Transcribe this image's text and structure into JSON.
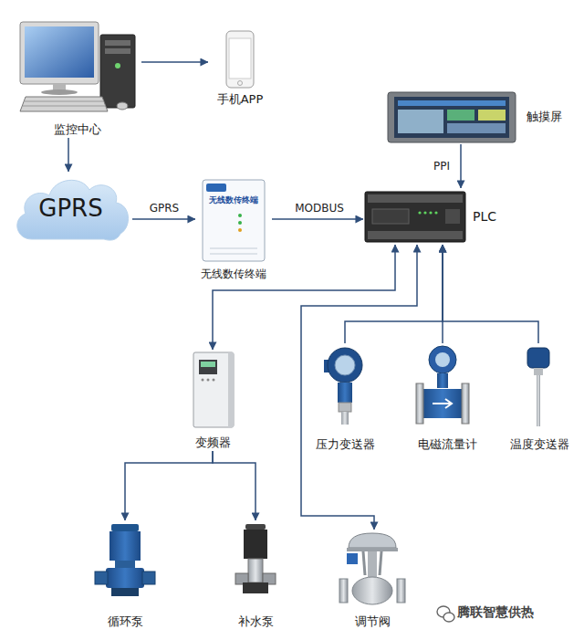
{
  "diagram": {
    "nodes": [
      {
        "text": [
          "监控中心"
        ]
      },
      {
        "text": [
          "手机APP"
        ]
      },
      {
        "text": [
          "GPRS"
        ]
      },
      {
        "text": [
          "触摸屏"
        ]
      },
      {
        "text": [
          "无线数传终端"
        ]
      },
      {
        "text": [
          "PLC"
        ]
      },
      {
        "text": [
          "变频器"
        ]
      },
      {
        "text": [
          "压力变送器"
        ]
      },
      {
        "text": [
          "电磁流量计"
        ]
      },
      {
        "text": [
          "温度变送器"
        ]
      },
      {
        "text": [
          "循环泵"
        ]
      },
      {
        "text": [
          "补水泵"
        ]
      },
      {
        "text": [
          "调节阀"
        ]
      }
    ],
    "edges": [
      {
        "from": 0,
        "to": 1,
        "arrow": "to"
      },
      {
        "from": 0,
        "to": 2,
        "arrow": "to"
      },
      {
        "from": 2,
        "to": 4,
        "label": "GPRS",
        "arrow": "to"
      },
      {
        "from": 4,
        "to": 5,
        "label": "MODBUS",
        "arrow": "to"
      },
      {
        "from": 3,
        "to": 5,
        "label": "PPI",
        "arrow": "to"
      },
      {
        "from": 5,
        "to": 6,
        "arrow": "both"
      },
      {
        "from": 5,
        "to": 12,
        "arrow": "both"
      },
      {
        "from": 7,
        "to": 5,
        "arrow": "to"
      },
      {
        "from": 8,
        "to": 5,
        "arrow": "to"
      },
      {
        "from": 9,
        "to": 5,
        "arrow": "to"
      },
      {
        "from": 6,
        "to": 10,
        "arrow": "to"
      },
      {
        "from": 6,
        "to": 11,
        "arrow": "to"
      }
    ],
    "labels": [
      "无线数传终端",
      "腾联智慧供热"
    ]
  }
}
